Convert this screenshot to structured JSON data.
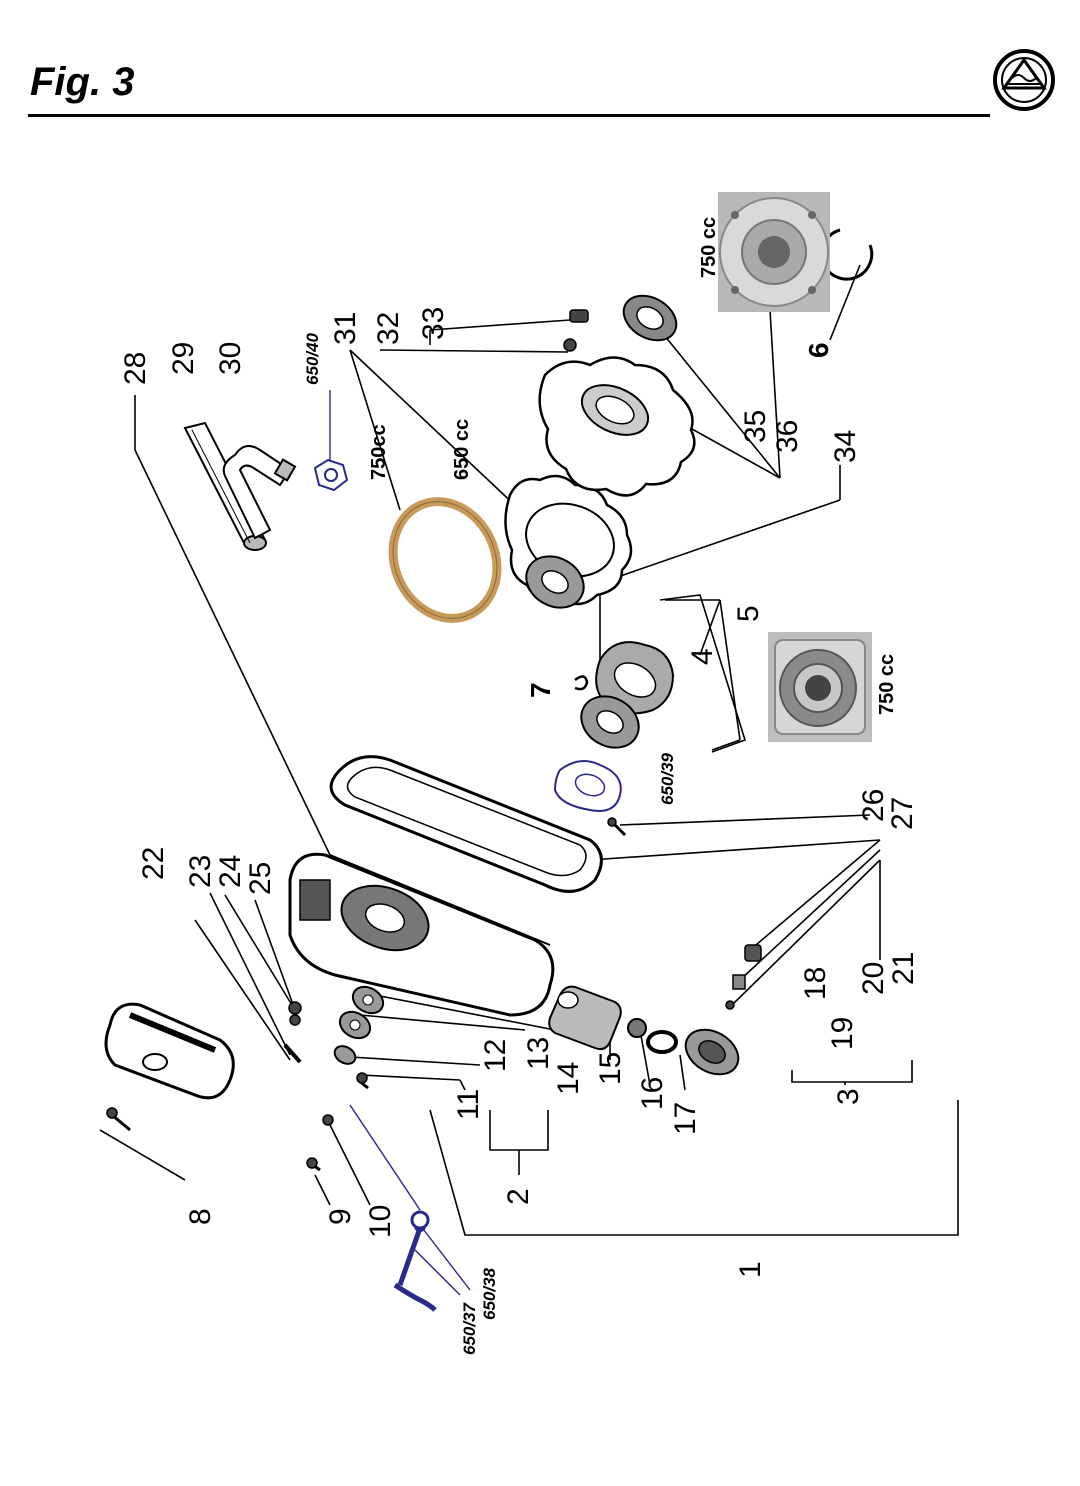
{
  "figure": {
    "title": "Fig. 3"
  },
  "logo": {
    "icon": "manufacturer-logo-icon"
  },
  "callouts": {
    "n1": "1",
    "n2": "2",
    "n3": "3",
    "n4": "4",
    "n5": "5",
    "n6": "6",
    "n7": "7",
    "n8": "8",
    "n9": "9",
    "n10": "10",
    "n11": "11",
    "n12": "12",
    "n13": "13",
    "n14": "14",
    "n15": "15",
    "n16": "16",
    "n17": "17",
    "n18": "18",
    "n19": "19",
    "n20": "20",
    "n21": "21",
    "n22": "22",
    "n23": "23",
    "n24": "24",
    "n25": "25",
    "n26": "26",
    "n27": "27",
    "n28": "28",
    "n29": "29",
    "n30": "30",
    "n31": "31",
    "n32": "32",
    "n33": "33",
    "n34": "34",
    "n35": "35",
    "n36": "36"
  },
  "variant_labels": {
    "v650_37": "650/37",
    "v650_38": "650/38",
    "v650_39": "650/39",
    "v650_40": "650/40",
    "cc750_gasket": "750cc",
    "cc650_gasket": "650 cc",
    "cc750_cover": "750 cc",
    "cc750_bearing": "750 cc"
  }
}
